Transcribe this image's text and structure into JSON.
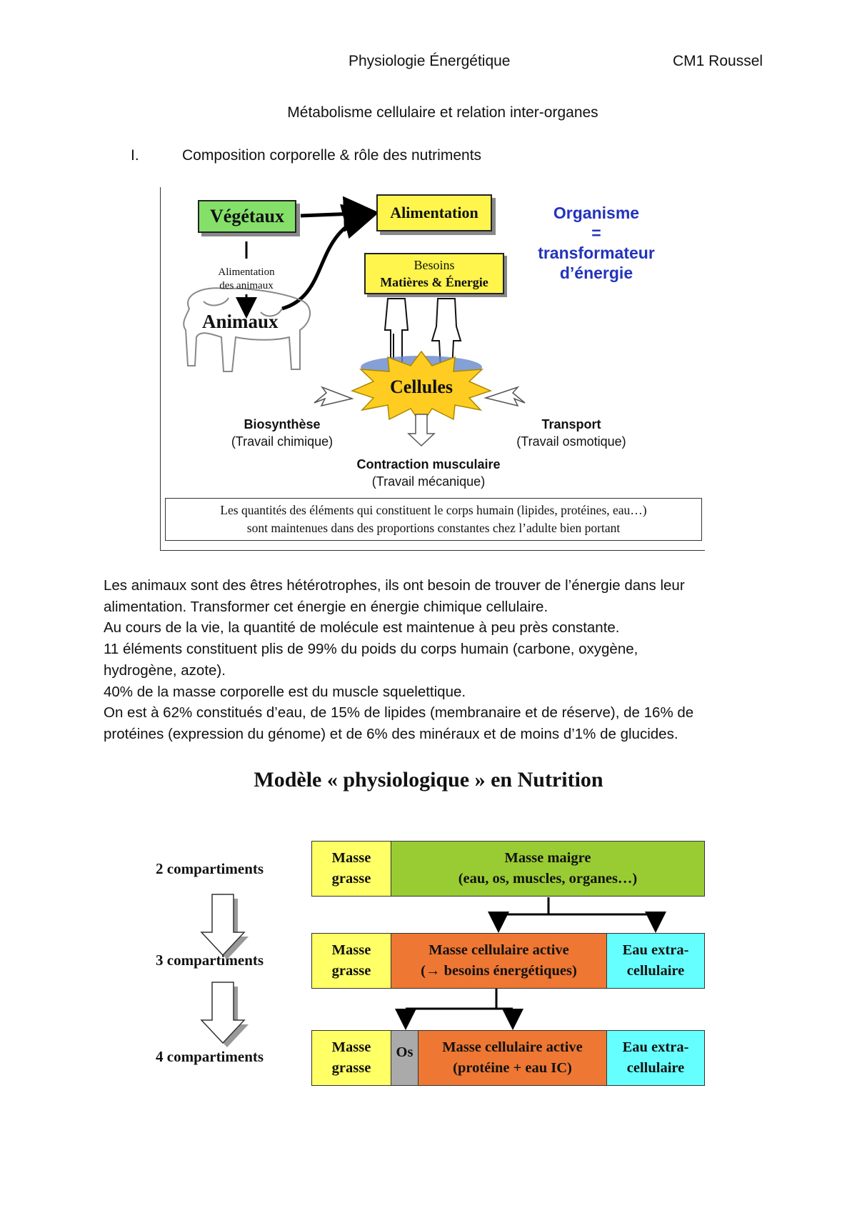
{
  "header": {
    "course": "Physiologie Énergétique",
    "code": "CM1 Roussel",
    "title": "Métabolisme cellulaire et relation inter-organes"
  },
  "section": {
    "number": "I.",
    "title": "Composition corporelle & rôle des nutriments"
  },
  "figure1": {
    "vegetaux": "Végétaux",
    "alimentation": "Alimentation",
    "besoins_line1": "Besoins",
    "besoins_line2": "Matières & Énergie",
    "alim_animaux_line1": "Alimentation",
    "alim_animaux_line2": "des animaux",
    "animaux": "Animaux",
    "organisme_line1": "Organisme",
    "organisme_line2": "=",
    "organisme_line3": "transformateur",
    "organisme_line4": "d’énergie",
    "cellules": "Cellules",
    "biosynthese": "Biosynthèse",
    "biosynthese_sub": "(Travail chimique)",
    "transport": "Transport",
    "transport_sub": "(Travail osmotique)",
    "contraction": "Contraction musculaire",
    "contraction_sub": "(Travail mécanique)",
    "caption_line1": "Les quantités des éléments qui constituent le corps humain (lipides, protéines, eau…)",
    "caption_line2": "sont maintenues dans des proportions constantes chez l’adulte bien portant"
  },
  "paragraph": [
    "Les animaux sont des êtres hétérotrophes, ils ont besoin de trouver de l’énergie dans leur",
    "alimentation. Transformer cet énergie en énergie chimique cellulaire.",
    "Au cours de la vie, la quantité de molécule est maintenue à peu près constante.",
    "11 éléments constituent plis de 99% du poids du corps humain (carbone, oxygène,",
    "hydrogène, azote).",
    "40% de la masse corporelle est du muscle squelettique.",
    "On est à 62% constitués d’eau, de 15% de lipides (membranaire et de réserve), de 16% de",
    "protéines (expression du génome) et de 6% des minéraux et de moins d’1% de glucides."
  ],
  "figure2": {
    "title": "Modèle « physiologique » en Nutrition",
    "comp2": "2 compartiments",
    "comp3": "3 compartiments",
    "comp4": "4 compartiments",
    "masse_grasse_1": "Masse",
    "masse_grasse_2": "grasse",
    "masse_maigre_1": "Masse maigre",
    "masse_maigre_2": "(eau, os, muscles, organes…)",
    "mca_1": "Masse cellulaire active",
    "mca_2": "(→ besoins énergétiques)",
    "eau_1": "Eau extra-",
    "eau_2": "cellulaire",
    "os": "Os",
    "mca4_1": "Masse cellulaire active",
    "mca4_2": "(protéine + eau IC)"
  }
}
